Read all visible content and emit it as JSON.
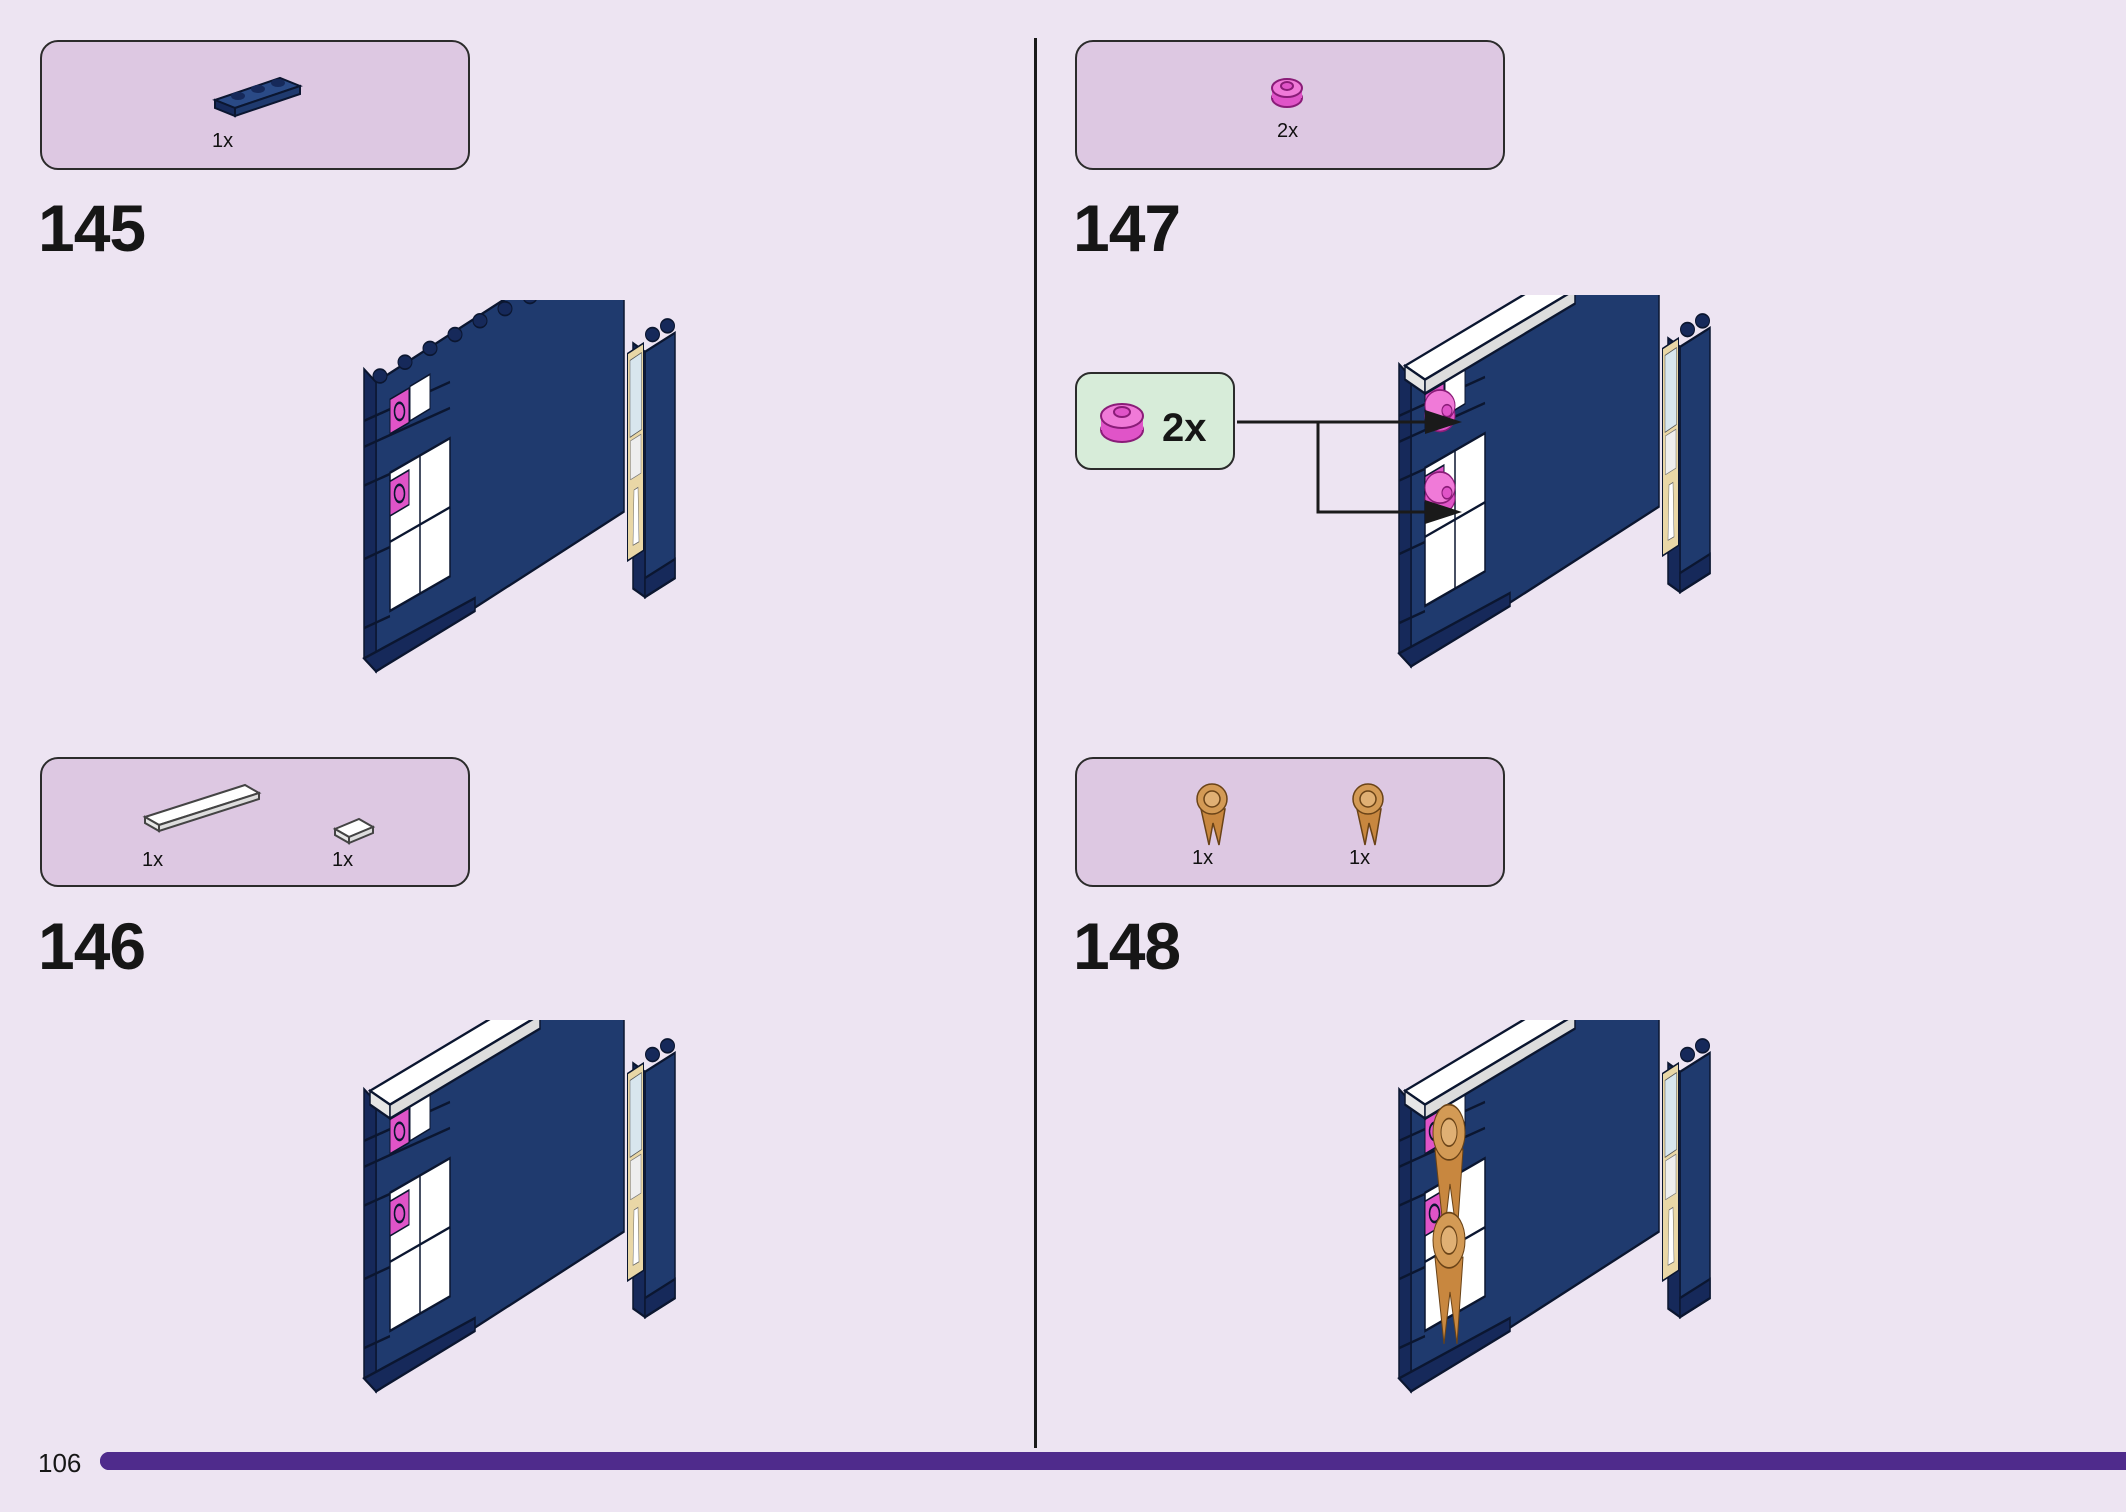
{
  "page": {
    "number": "106",
    "progress": 1.0
  },
  "colors": {
    "background": "#ede4f2",
    "parts_box": "#ddc8e2",
    "callout_box": "#d7ecd9",
    "navy_brick": "#1f3a6e",
    "magenta_piece": "#e054c8",
    "gold_rosette": "#d39a55",
    "progress_bar": "#4f2b8c"
  },
  "steps": [
    {
      "number": "145",
      "parts": [
        {
          "icon": "navy-plate-1x3-icon",
          "qty": "1x"
        }
      ]
    },
    {
      "number": "146",
      "parts": [
        {
          "icon": "white-tile-1x4-icon",
          "qty": "1x"
        },
        {
          "icon": "white-tile-1x1-icon",
          "qty": "1x"
        }
      ]
    },
    {
      "number": "147",
      "parts": [
        {
          "icon": "pink-round-piece-icon",
          "qty": "2x"
        }
      ],
      "callout": {
        "icon": "pink-round-piece-icon",
        "qty": "2x"
      }
    },
    {
      "number": "148",
      "parts": [
        {
          "icon": "gold-rosette-1-icon",
          "qty": "1x"
        },
        {
          "icon": "gold-rosette-2-icon",
          "qty": "1x"
        }
      ]
    }
  ]
}
